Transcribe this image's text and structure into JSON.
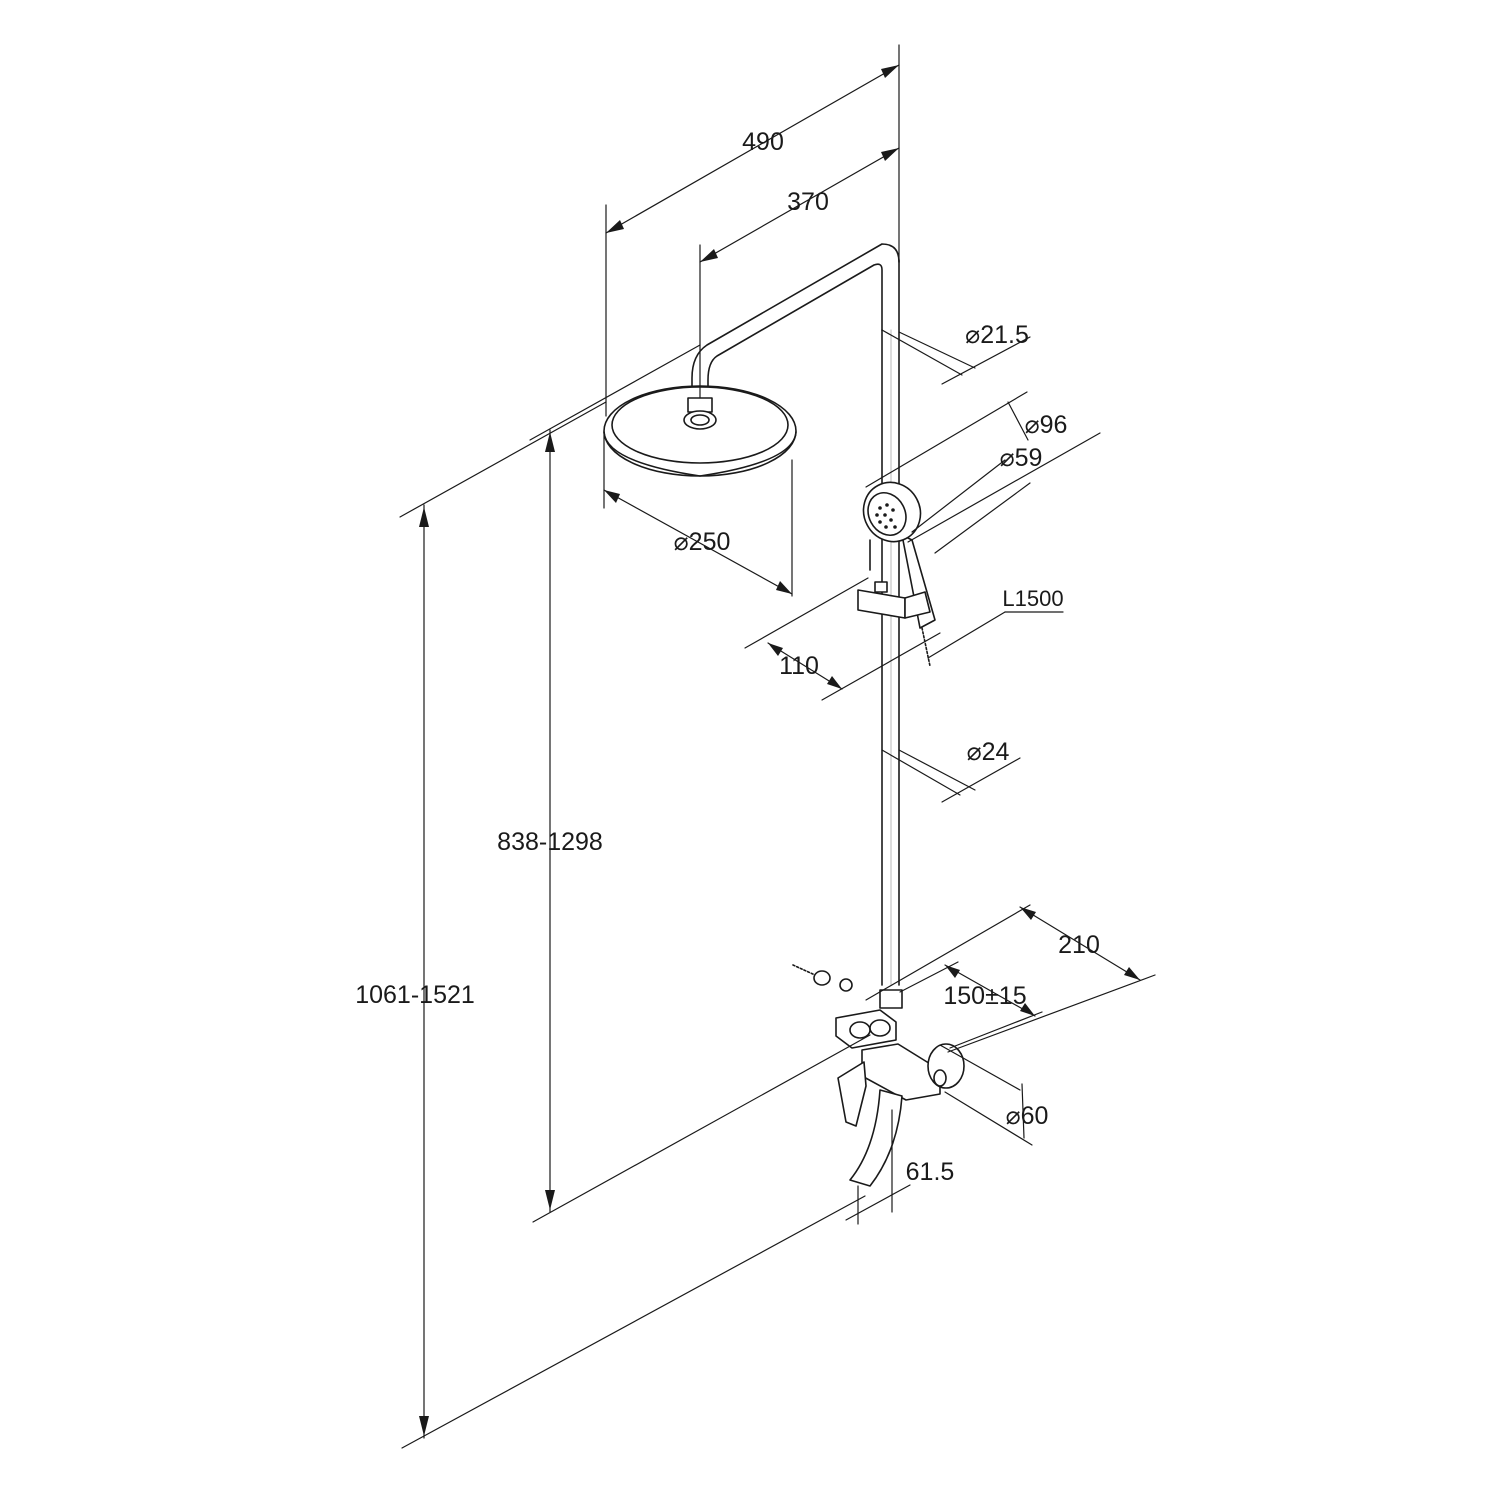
{
  "dimensions": {
    "d490": "490",
    "d370": "370",
    "d21_5": "⌀21.5",
    "d96": "⌀96",
    "d59": "⌀59",
    "d250": "⌀250",
    "dL1500": "L1500",
    "d110": "110",
    "d24": "⌀24",
    "d838": "838-1298",
    "d1061": "1061-1521",
    "d210": "210",
    "d150": "150±15",
    "d60": "⌀60",
    "d61_5": "61.5"
  }
}
